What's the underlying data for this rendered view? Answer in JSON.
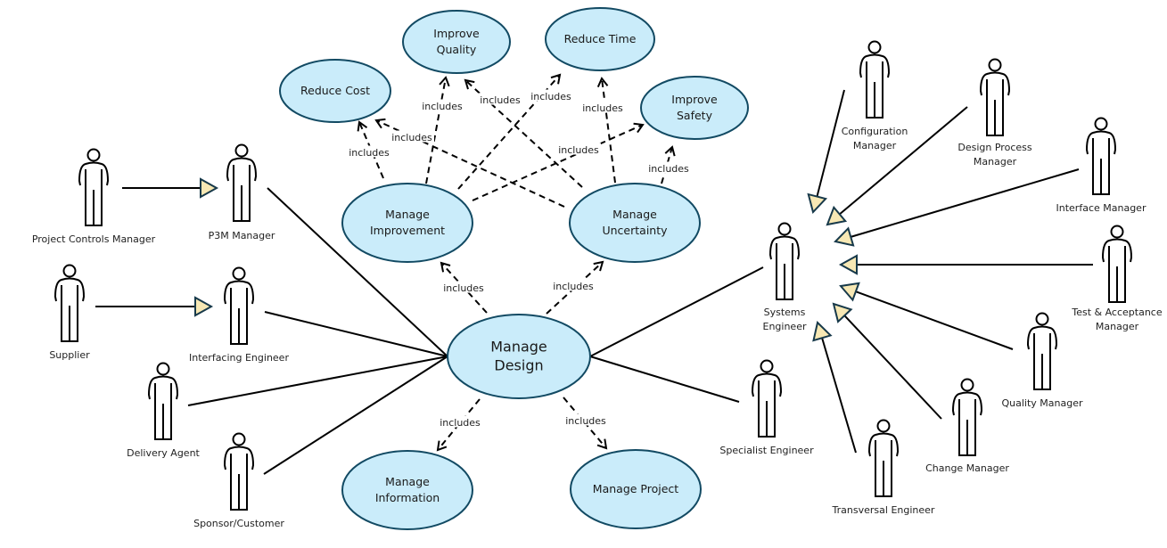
{
  "use_cases": {
    "reduce_cost": [
      "Reduce Cost"
    ],
    "improve_quality": [
      "Improve",
      "Quality"
    ],
    "reduce_time": [
      "Reduce Time"
    ],
    "improve_safety": [
      "Improve",
      "Safety"
    ],
    "manage_improvement": [
      "Manage",
      "Improvement"
    ],
    "manage_uncertainty": [
      "Manage",
      "Uncertainty"
    ],
    "manage_design": [
      "Manage",
      "Design"
    ],
    "manage_information": [
      "Manage",
      "Information"
    ],
    "manage_project": [
      "Manage Project"
    ]
  },
  "include_label": "includes",
  "includes": [
    {
      "from": "manage_improvement",
      "to": "reduce_cost"
    },
    {
      "from": "manage_improvement",
      "to": "improve_quality"
    },
    {
      "from": "manage_improvement",
      "to": "reduce_time"
    },
    {
      "from": "manage_improvement",
      "to": "improve_safety"
    },
    {
      "from": "manage_uncertainty",
      "to": "reduce_cost"
    },
    {
      "from": "manage_uncertainty",
      "to": "improve_quality"
    },
    {
      "from": "manage_uncertainty",
      "to": "reduce_time"
    },
    {
      "from": "manage_uncertainty",
      "to": "improve_safety"
    },
    {
      "from": "manage_design",
      "to": "manage_improvement"
    },
    {
      "from": "manage_design",
      "to": "manage_uncertainty"
    },
    {
      "from": "manage_design",
      "to": "manage_information"
    },
    {
      "from": "manage_design",
      "to": "manage_project"
    }
  ],
  "actors": {
    "project_controls_manager": [
      "Project Controls Manager"
    ],
    "p3m_manager": [
      "P3M Manager"
    ],
    "supplier": [
      "Supplier"
    ],
    "interfacing_engineer": [
      "Interfacing Engineer"
    ],
    "delivery_agent": [
      "Delivery Agent"
    ],
    "sponsor_customer": [
      "Sponsor/Customer"
    ],
    "systems_engineer": [
      "Systems",
      "Engineer"
    ],
    "specialist_engineer": [
      "Specialist Engineer"
    ],
    "configuration_manager": [
      "Configuration",
      "Manager"
    ],
    "design_process_manager": [
      "Design Process",
      "Manager"
    ],
    "interface_manager": [
      "Interface Manager"
    ],
    "test_acceptance_manager": [
      "Test & Acceptance",
      "Manager"
    ],
    "quality_manager": [
      "Quality Manager"
    ],
    "change_manager": [
      "Change Manager"
    ],
    "transversal_engineer": [
      "Transversal Engineer"
    ]
  },
  "associations": [
    {
      "actor": "p3m_manager",
      "use_case": "manage_design"
    },
    {
      "actor": "interfacing_engineer",
      "use_case": "manage_design"
    },
    {
      "actor": "delivery_agent",
      "use_case": "manage_design"
    },
    {
      "actor": "sponsor_customer",
      "use_case": "manage_design"
    },
    {
      "actor": "systems_engineer",
      "use_case": "manage_design"
    },
    {
      "actor": "specialist_engineer",
      "use_case": "manage_design"
    }
  ],
  "generalizations": [
    {
      "child": "project_controls_manager",
      "parent": "p3m_manager"
    },
    {
      "child": "supplier",
      "parent": "interfacing_engineer"
    },
    {
      "child": "configuration_manager",
      "parent": "systems_engineer"
    },
    {
      "child": "design_process_manager",
      "parent": "systems_engineer"
    },
    {
      "child": "interface_manager",
      "parent": "systems_engineer"
    },
    {
      "child": "test_acceptance_manager",
      "parent": "systems_engineer"
    },
    {
      "child": "quality_manager",
      "parent": "systems_engineer"
    },
    {
      "child": "change_manager",
      "parent": "systems_engineer"
    },
    {
      "child": "transversal_engineer",
      "parent": "systems_engineer"
    }
  ],
  "colors": {
    "use_case_fill": "#caecfa",
    "use_case_stroke": "#124a63",
    "generalization_fill": "#f7e8b4"
  }
}
